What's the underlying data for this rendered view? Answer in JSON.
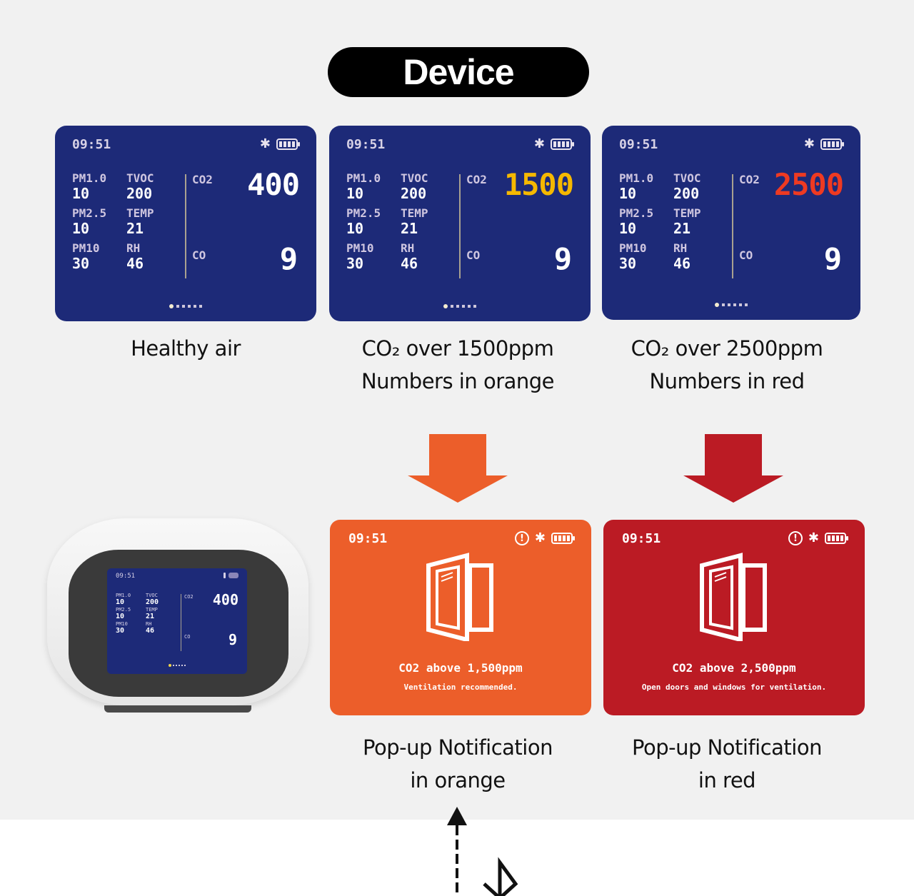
{
  "header": {
    "title": "Device"
  },
  "screens": [
    {
      "time": "09:51",
      "metrics": [
        {
          "label": "PM1.0",
          "value": "10"
        },
        {
          "label": "TVOC",
          "value": "200"
        },
        {
          "label": "PM2.5",
          "value": "10"
        },
        {
          "label": "TEMP",
          "value": "21"
        },
        {
          "label": "PM10",
          "value": "30"
        },
        {
          "label": "RH",
          "value": "46"
        }
      ],
      "co2_label": "CO2",
      "co2_value": "400",
      "co2_color": "#ffffff",
      "co_label": "CO",
      "co_value": "9",
      "caption": [
        "Healthy air"
      ]
    },
    {
      "time": "09:51",
      "metrics": [
        {
          "label": "PM1.0",
          "value": "10"
        },
        {
          "label": "TVOC",
          "value": "200"
        },
        {
          "label": "PM2.5",
          "value": "10"
        },
        {
          "label": "TEMP",
          "value": "21"
        },
        {
          "label": "PM10",
          "value": "30"
        },
        {
          "label": "RH",
          "value": "46"
        }
      ],
      "co2_label": "CO2",
      "co2_value": "1500",
      "co2_color": "#f5b800",
      "co_label": "CO",
      "co_value": "9",
      "caption": [
        "CO₂ over 1500ppm",
        "Numbers in orange"
      ]
    },
    {
      "time": "09:51",
      "metrics": [
        {
          "label": "PM1.0",
          "value": "10"
        },
        {
          "label": "TVOC",
          "value": "200"
        },
        {
          "label": "PM2.5",
          "value": "10"
        },
        {
          "label": "TEMP",
          "value": "21"
        },
        {
          "label": "PM10",
          "value": "30"
        },
        {
          "label": "RH",
          "value": "46"
        }
      ],
      "co2_label": "CO2",
      "co2_value": "2500",
      "co2_color": "#ee3a22",
      "co_label": "CO",
      "co_value": "9",
      "caption": [
        "CO₂ over 2500ppm",
        "Numbers in red"
      ]
    }
  ],
  "popups": [
    {
      "time": "09:51",
      "color": "#ec5e2a",
      "alert_glyph": "!",
      "title": "CO2 above 1,500ppm",
      "subtitle": "Ventilation recommended.",
      "caption": [
        "Pop-up Notification",
        "in orange"
      ]
    },
    {
      "time": "09:51",
      "color": "#bb1b24",
      "alert_glyph": "!",
      "title": "CO2 above 2,500ppm",
      "subtitle": "Open doors and windows for ventilation.",
      "caption": [
        "Pop-up Notification",
        "in red"
      ]
    }
  ],
  "device_photo": {
    "time": "09:51",
    "metrics": [
      {
        "label": "PM1.0",
        "value": "10"
      },
      {
        "label": "TVOC",
        "value": "200"
      },
      {
        "label": "PM2.5",
        "value": "10"
      },
      {
        "label": "TEMP",
        "value": "21"
      },
      {
        "label": "PM10",
        "value": "30"
      },
      {
        "label": "RH",
        "value": "46"
      }
    ],
    "co2_label": "CO2",
    "co2_value": "400",
    "co_label": "CO",
    "co_value": "9"
  },
  "icons": {
    "bluetooth": "ᛒ",
    "arrow_orange": "#ec5e2a",
    "arrow_red": "#bb1b24"
  }
}
